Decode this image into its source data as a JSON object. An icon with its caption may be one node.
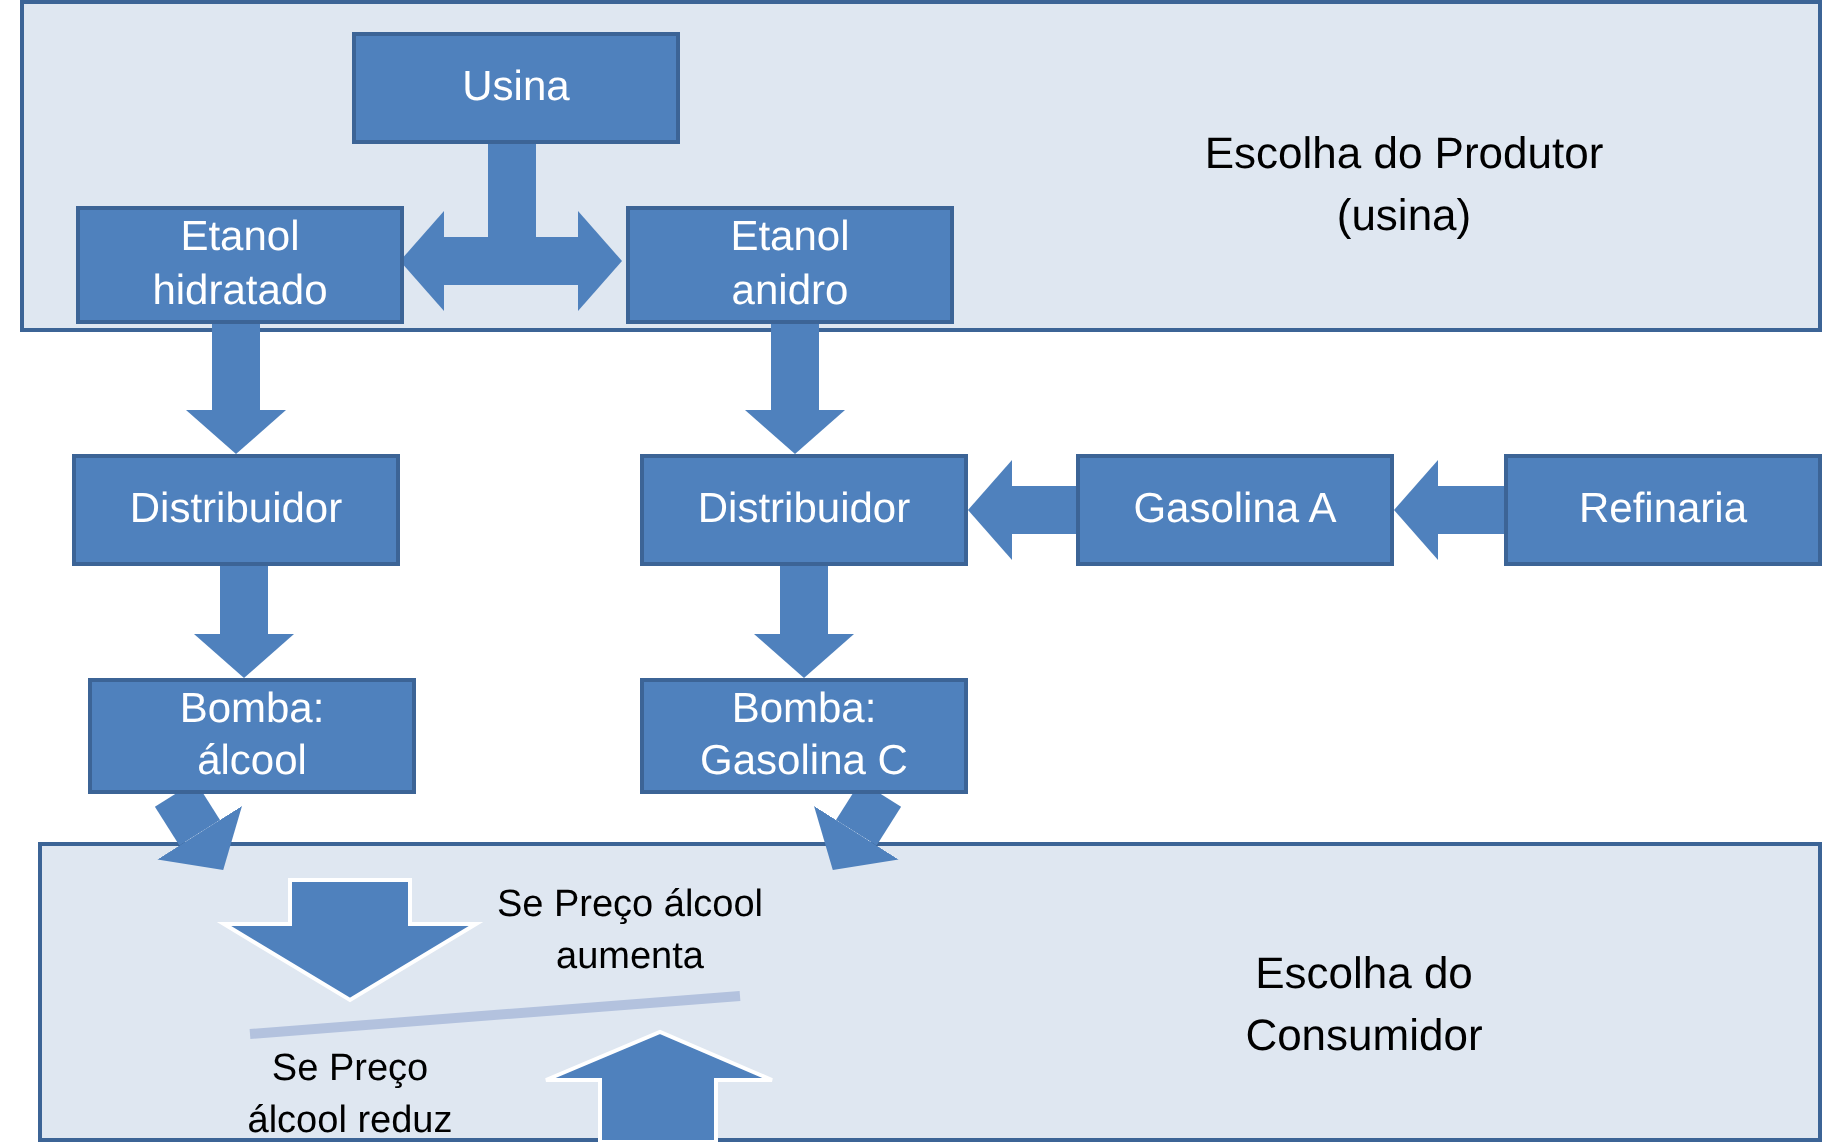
{
  "diagram": {
    "nodes": [
      {
        "text": [
          "Escolha do Produtor (usina)"
        ]
      },
      {
        "text": [
          "Usina"
        ],
        "in": 0
      },
      {
        "text": [
          "Etanol hidratado"
        ],
        "in": 0
      },
      {
        "text": [
          "Etanol anidro"
        ],
        "in": 0
      },
      {
        "text": [
          "Distribuidor"
        ]
      },
      {
        "text": [
          "Distribuidor"
        ]
      },
      {
        "text": [
          "Gasolina A"
        ]
      },
      {
        "text": [
          "Refinaria"
        ]
      },
      {
        "text": [
          "Bomba: álcool"
        ]
      },
      {
        "text": [
          "Bomba: Gasolina C"
        ]
      },
      {
        "text": [
          "Escolha do Consumidor"
        ]
      }
    ],
    "edges": [
      {
        "from": 1,
        "to": 2,
        "arrow": "to"
      },
      {
        "from": 1,
        "to": 3,
        "arrow": "to"
      },
      {
        "from": 2,
        "to": 4,
        "arrow": "to"
      },
      {
        "from": 3,
        "to": 5,
        "arrow": "to"
      },
      {
        "from": 7,
        "to": 6,
        "arrow": "to"
      },
      {
        "from": 6,
        "to": 5,
        "arrow": "to"
      },
      {
        "from": 4,
        "to": 8,
        "arrow": "to"
      },
      {
        "from": 5,
        "to": 9,
        "arrow": "to"
      },
      {
        "from": 8,
        "to": 10,
        "arrow": "to"
      },
      {
        "from": 9,
        "to": 10,
        "arrow": "to"
      }
    ],
    "labels": [
      "Se Preço álcool aumenta",
      "Se Preço álcool reduz"
    ]
  }
}
